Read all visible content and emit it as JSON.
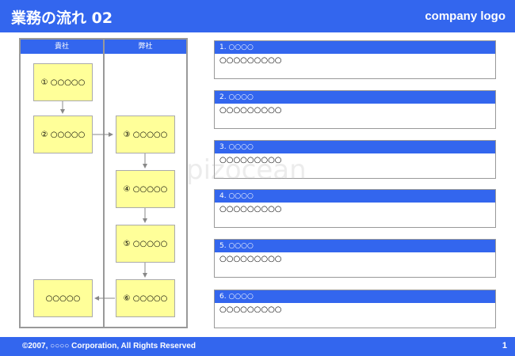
{
  "header": {
    "title": "業務の流れ 02",
    "logo": "company logo"
  },
  "lanes": {
    "left_label": "貴社",
    "right_label": "弊社"
  },
  "steps": {
    "s1": "① ○○○○○",
    "s2": "② ○○○○○",
    "s3": "③ ○○○○○",
    "s4": "④ ○○○○○",
    "s5": "⑤ ○○○○○",
    "s6": "⑥ ○○○○○",
    "s7": "○○○○○"
  },
  "items": [
    {
      "title": "1. ○○○○",
      "body": "○○○○○○○○○"
    },
    {
      "title": "2. ○○○○",
      "body": "○○○○○○○○○"
    },
    {
      "title": "3. ○○○○",
      "body": "○○○○○○○○○"
    },
    {
      "title": "4. ○○○○",
      "body": "○○○○○○○○○"
    },
    {
      "title": "5. ○○○○",
      "body": "○○○○○○○○○"
    },
    {
      "title": "6. ○○○○",
      "body": "○○○○○○○○○"
    }
  ],
  "footer": {
    "copyright": "©2007, ○○○○ Corporation, All Rights Reserved",
    "page_number": "1"
  },
  "watermark": "pizocean",
  "colors": {
    "accent": "#3366ee",
    "step_fill": "#ffff99",
    "border": "#999999"
  }
}
